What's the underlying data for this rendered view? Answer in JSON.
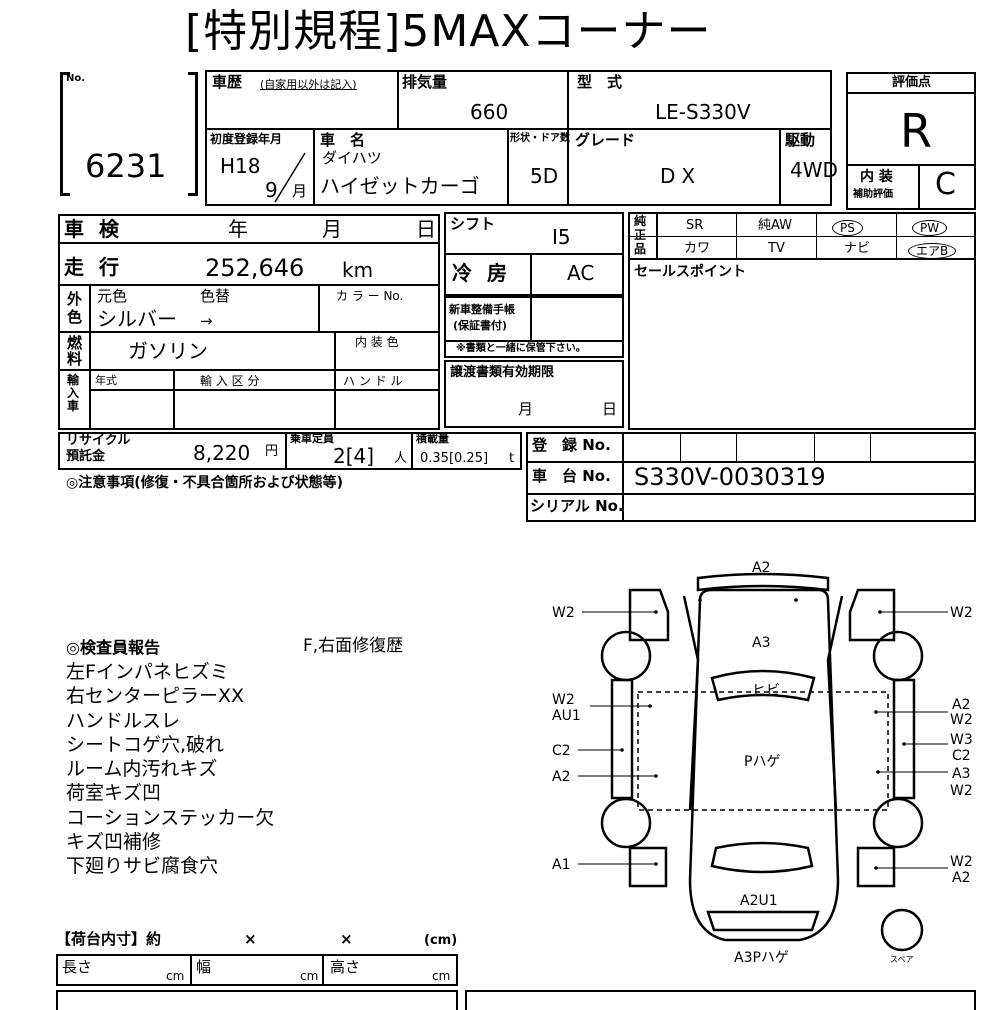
{
  "title": "[特別規程]5MAXコーナー",
  "header": {
    "no_label": "No.",
    "lot_no": "6231",
    "history_label": "車歴",
    "history_note": "(自家用以外は記入)",
    "displacement_label": "排気量",
    "displacement": "660",
    "model_label": "型　式",
    "model": "LE-S330V",
    "first_reg_label": "初度登録年月",
    "first_reg_year": "H18",
    "first_reg_month": "9",
    "month_unit": "月",
    "car_name_label": "車　名",
    "maker": "ダイハツ",
    "car_name": "ハイゼットカーゴ",
    "doors_label": "形状・ドア数",
    "doors": "5D",
    "grade_label": "グレード",
    "grade": "DX",
    "drive_label": "駆動",
    "drive": "4WD",
    "score_label": "評価点",
    "score": "R",
    "interior_label": "内 装",
    "interior_sub": "補助評価",
    "interior_score": "C"
  },
  "specs": {
    "inspection_label": "車 検",
    "year_unit": "年",
    "month_unit": "月",
    "day_unit": "日",
    "mileage_label": "走 行",
    "mileage": "252,646",
    "mileage_unit": "km",
    "color_label": "外色",
    "orig_color_label": "元色",
    "color_change_label": "色替",
    "color": "シルバー",
    "arrow": "→",
    "color_no_label": "カ ラ ー No.",
    "fuel_label": "燃料",
    "fuel": "ガソリン",
    "interior_color_label": "内 装 色",
    "import_label": "輸入車",
    "import_year_label": "年式",
    "import_type_label": "輸 入 区 分",
    "handle_label": "ハ ン ド ル",
    "recycle_label": "リサイクル",
    "recycle_label2": "預託金",
    "recycle_fee": "8,220",
    "yen": "円",
    "capacity_label": "乗車定員",
    "capacity": "2[4]",
    "person_unit": "人",
    "load_label": "積載量",
    "load": "0.35[0.25]",
    "ton_unit": "t",
    "shift_label": "シフト",
    "shift": "I5",
    "ac_label": "冷 房",
    "ac": "AC",
    "manual_label": "新車整備手帳",
    "manual_label2": "(保証書付)",
    "manual_note": "※書類と一緒に保管下さい。",
    "transfer_label": "譲渡書類有効期限",
    "notes_label": "◎注意事項(修復・不具合箇所および状態等)"
  },
  "equipment": {
    "genuine_label": "純正品",
    "row1": [
      "SR",
      "純AW",
      "PS",
      "PW"
    ],
    "row2": [
      "カワ",
      "TV",
      "ナビ",
      "エアB"
    ],
    "sales_point_label": "セールスポイント"
  },
  "registration": {
    "reg_label": "登　録 No.",
    "chassis_label": "車　台 No.",
    "chassis": "S330V-0030319",
    "serial_label": "シリアル No."
  },
  "report": {
    "label": "◎検査員報告",
    "note": "F,右面修復歴",
    "items": [
      "左Fインパネヒズミ",
      "右センターピラーXX",
      "ハンドルスレ",
      "シートコゲ穴,破れ",
      "ルーム内汚れキズ",
      "荷室キズ凹",
      "コーションステッカー欠",
      "キズ凹補修",
      "下廻りサビ腐食穴"
    ]
  },
  "cargo": {
    "label": "【荷台内寸】約",
    "x1": "×",
    "x2": "×",
    "unit_cm": "(cm)",
    "length_label": "長さ",
    "width_label": "幅",
    "height_label": "高さ",
    "cm": "cm"
  },
  "diagram": {
    "front": "A2",
    "hood": "A3",
    "windshield": "ヒビ",
    "roof": "Pハゲ",
    "rear_upper": "A2U1",
    "rear": "A3Pハゲ",
    "spare": "スペア",
    "left_labels": [
      "W2",
      "W2",
      "AU1",
      "C2",
      "A2",
      "A1"
    ],
    "right_labels": [
      "W2",
      "A2",
      "W2",
      "W3",
      "C2",
      "A3",
      "W2",
      "W2",
      "A2"
    ]
  }
}
